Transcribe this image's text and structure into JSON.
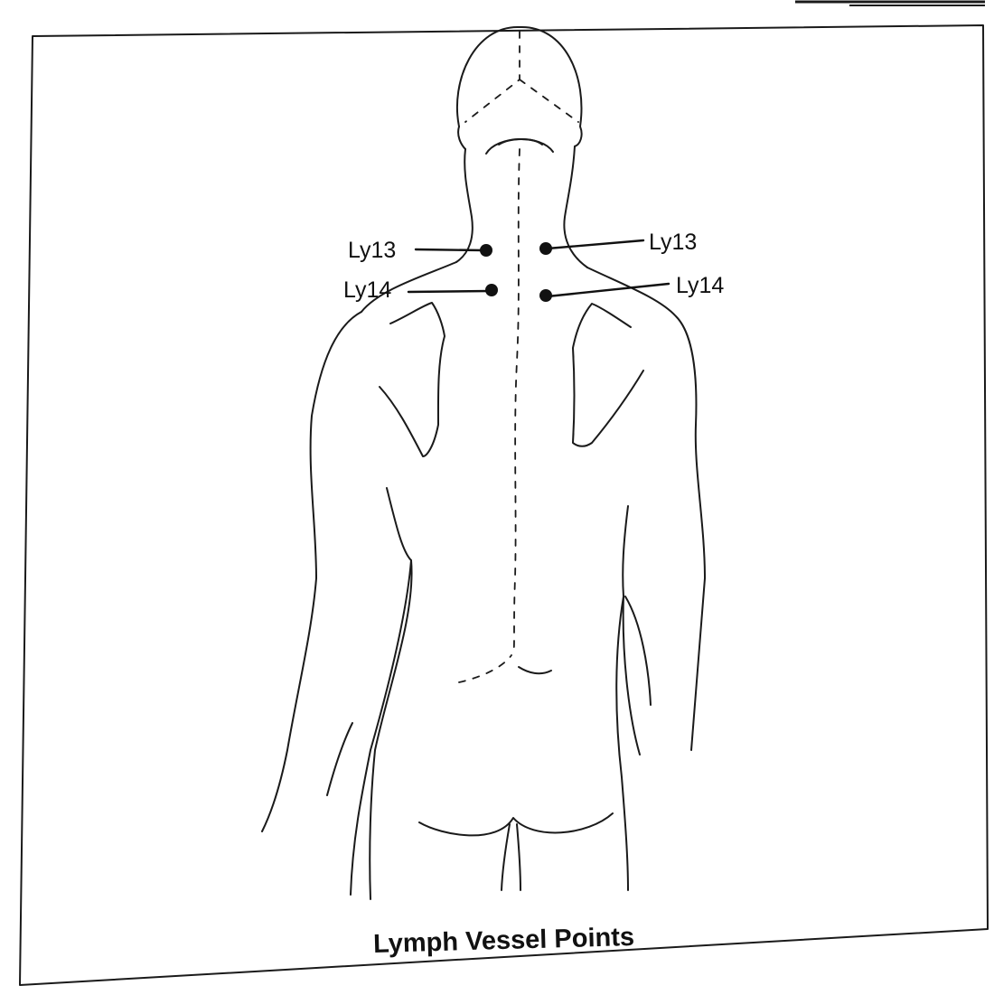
{
  "caption": "Lymph Vessel Points",
  "points": [
    {
      "id": "left-ly13",
      "label": "Ly13"
    },
    {
      "id": "left-ly14",
      "label": "Ly14"
    },
    {
      "id": "right-ly13",
      "label": "Ly13"
    },
    {
      "id": "right-ly14",
      "label": "Ly14"
    }
  ],
  "colors": {
    "ink": "#111111",
    "paper": "#ffffff"
  }
}
